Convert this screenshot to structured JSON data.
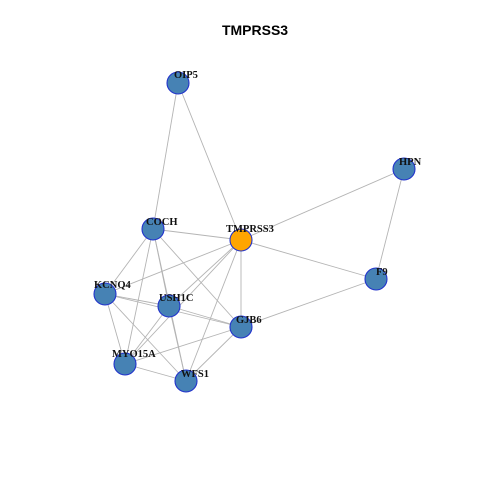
{
  "title": "TMPRSS3",
  "colors": {
    "background": "#ffffff",
    "edge": "#b4b4b4",
    "node_fill": "#4682b4",
    "node_border": "#2233cc",
    "query_fill": "#ffa500",
    "query_border": "#a0522d"
  },
  "nodes": [
    {
      "id": "OIP5",
      "label": "OIP5",
      "query": false
    },
    {
      "id": "HPN",
      "label": "HPN",
      "query": false
    },
    {
      "id": "COCH",
      "label": "COCH",
      "query": false
    },
    {
      "id": "TMPRSS3",
      "label": "TMPRSS3",
      "query": true
    },
    {
      "id": "F9",
      "label": "F9",
      "query": false
    },
    {
      "id": "KCNQ4",
      "label": "KCNQ4",
      "query": false
    },
    {
      "id": "USH1C",
      "label": "USH1C",
      "query": false
    },
    {
      "id": "GJB6",
      "label": "GJB6",
      "query": false
    },
    {
      "id": "MYO15A",
      "label": "MYO15A",
      "query": false
    },
    {
      "id": "WFS1",
      "label": "WFS1",
      "query": false
    }
  ],
  "edges": [
    [
      "OIP5",
      "COCH"
    ],
    [
      "OIP5",
      "TMPRSS3"
    ],
    [
      "HPN",
      "TMPRSS3"
    ],
    [
      "HPN",
      "F9"
    ],
    [
      "COCH",
      "TMPRSS3"
    ],
    [
      "COCH",
      "KCNQ4"
    ],
    [
      "COCH",
      "USH1C"
    ],
    [
      "COCH",
      "GJB6"
    ],
    [
      "COCH",
      "MYO15A"
    ],
    [
      "COCH",
      "WFS1"
    ],
    [
      "TMPRSS3",
      "F9"
    ],
    [
      "TMPRSS3",
      "USH1C"
    ],
    [
      "TMPRSS3",
      "GJB6"
    ],
    [
      "TMPRSS3",
      "MYO15A"
    ],
    [
      "TMPRSS3",
      "WFS1"
    ],
    [
      "TMPRSS3",
      "KCNQ4"
    ],
    [
      "F9",
      "GJB6"
    ],
    [
      "KCNQ4",
      "USH1C"
    ],
    [
      "KCNQ4",
      "MYO15A"
    ],
    [
      "KCNQ4",
      "WFS1"
    ],
    [
      "KCNQ4",
      "GJB6"
    ],
    [
      "USH1C",
      "GJB6"
    ],
    [
      "USH1C",
      "MYO15A"
    ],
    [
      "USH1C",
      "WFS1"
    ],
    [
      "GJB6",
      "MYO15A"
    ],
    [
      "GJB6",
      "WFS1"
    ],
    [
      "MYO15A",
      "WFS1"
    ]
  ]
}
